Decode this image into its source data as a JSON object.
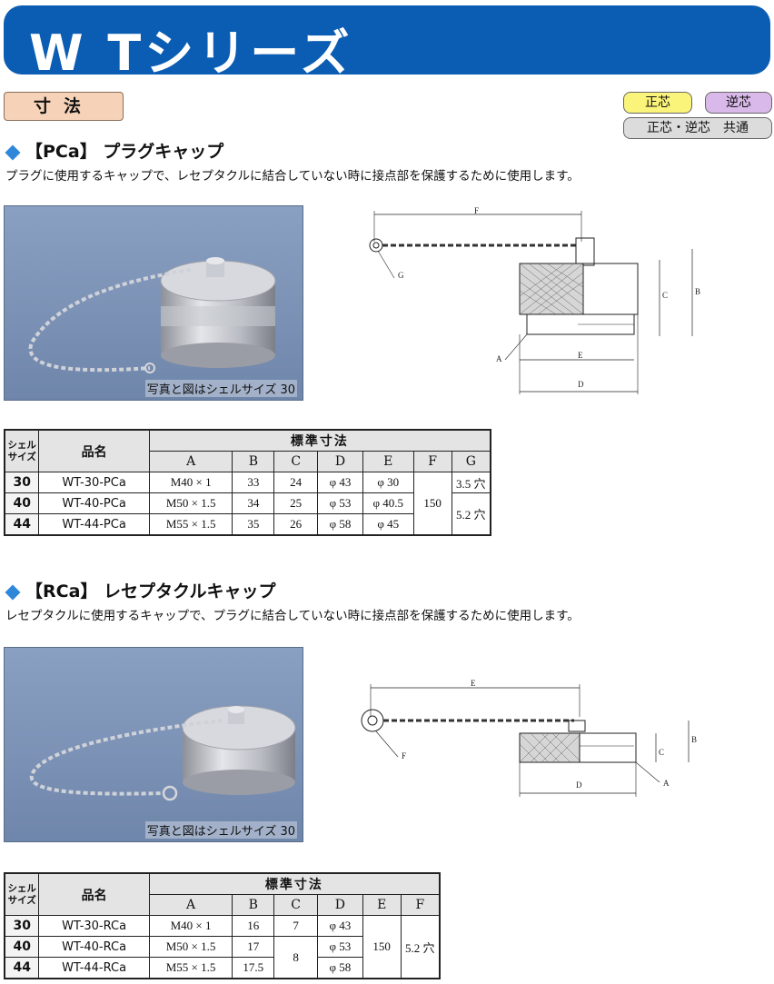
{
  "header": {
    "title": "W Tシリーズ"
  },
  "section_tag": "寸法",
  "legend": {
    "seishin": "正芯",
    "gyakushin": "逆芯",
    "common": "正芯・逆芯　共通"
  },
  "pca": {
    "heading": "【PCa】 プラグキャップ",
    "description": "プラグに使用するキャップで、レセプタクルに結合していない時に接点部を保護するために使用します。",
    "photo_caption": "写真と図はシェルサイズ 30",
    "drawing_labels": {
      "F": "F",
      "G": "G",
      "C": "C",
      "B": "B",
      "A": "A",
      "E": "E",
      "D": "D"
    },
    "table": {
      "size_header": "シェル\nサイズ",
      "name_header": "品名",
      "std_header": "標準寸法",
      "columns": [
        "A",
        "B",
        "C",
        "D",
        "E",
        "F",
        "G"
      ],
      "rows": [
        {
          "size": "30",
          "name": "WT-30-PCa",
          "A": "M40 × 1",
          "B": "33",
          "C": "24",
          "D": "φ 43",
          "E": "φ 30"
        },
        {
          "size": "40",
          "name": "WT-40-PCa",
          "A": "M50 × 1.5",
          "B": "34",
          "C": "25",
          "D": "φ 53",
          "E": "φ 40.5"
        },
        {
          "size": "44",
          "name": "WT-44-PCa",
          "A": "M55 × 1.5",
          "B": "35",
          "C": "26",
          "D": "φ 58",
          "E": "φ 45"
        }
      ],
      "F_merged": "150",
      "G_30": "3.5 穴",
      "G_40_44": "5.2 穴"
    }
  },
  "rca": {
    "heading": "【RCa】 レセプタクルキャップ",
    "description": "レセプタクルに使用するキャップで、プラグに結合していない時に接点部を保護するために使用します。",
    "photo_caption": "写真と図はシェルサイズ 30",
    "drawing_labels": {
      "E": "E",
      "F": "F",
      "C": "C",
      "B": "B",
      "D": "D",
      "A": "A"
    },
    "table": {
      "size_header": "シェル\nサイズ",
      "name_header": "品名",
      "std_header": "標準寸法",
      "columns": [
        "A",
        "B",
        "C",
        "D",
        "E",
        "F"
      ],
      "rows": [
        {
          "size": "30",
          "name": "WT-30-RCa",
          "A": "M40 × 1",
          "B": "16",
          "C": "7",
          "D": "φ 43"
        },
        {
          "size": "40",
          "name": "WT-40-RCa",
          "A": "M50 × 1.5",
          "B": "17",
          "D": "φ 53"
        },
        {
          "size": "44",
          "name": "WT-44-RCa",
          "A": "M55 × 1.5",
          "B": "17.5",
          "D": "φ 58"
        }
      ],
      "C_40_44": "8",
      "E_merged": "150",
      "F_merged": "5.2 穴"
    }
  }
}
